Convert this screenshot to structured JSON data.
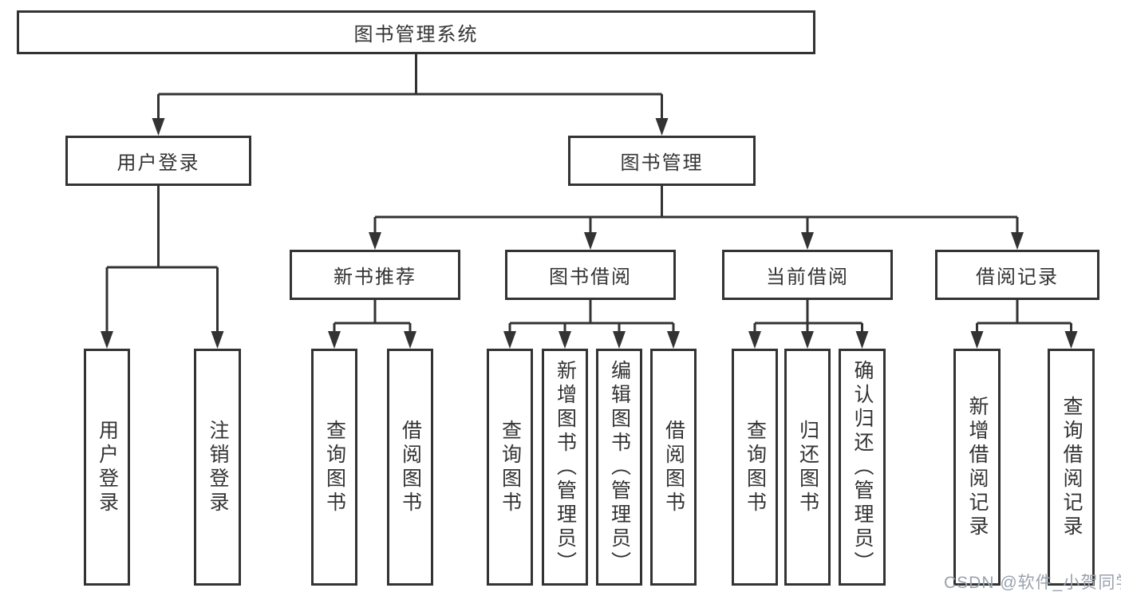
{
  "tree": {
    "root": {
      "label": "图书管理系统"
    },
    "children": [
      {
        "label": "用户登录",
        "children": [
          {
            "label": "用户登录"
          },
          {
            "label": "注销登录"
          }
        ]
      },
      {
        "label": "图书管理",
        "children": [
          {
            "label": "新书推荐",
            "children": [
              {
                "label": "查询图书"
              },
              {
                "label": "借阅图书"
              }
            ]
          },
          {
            "label": "图书借阅",
            "children": [
              {
                "label": "查询图书"
              },
              {
                "label": "新增图书（管理员）"
              },
              {
                "label": "编辑图书（管理员）"
              },
              {
                "label": "借阅图书"
              }
            ]
          },
          {
            "label": "当前借阅",
            "children": [
              {
                "label": "查询图书"
              },
              {
                "label": "归还图书"
              },
              {
                "label": "确认归还（管理员）"
              }
            ]
          },
          {
            "label": "借阅记录",
            "children": [
              {
                "label": "新增借阅记录"
              },
              {
                "label": "查询借阅记录"
              }
            ]
          }
        ]
      }
    ]
  },
  "watermark": {
    "text": "CSDN @软件_小贺同学"
  },
  "colors": {
    "line": "#333333",
    "text": "#333333",
    "watermark": "#9aa2ae",
    "background": "#ffffff"
  }
}
